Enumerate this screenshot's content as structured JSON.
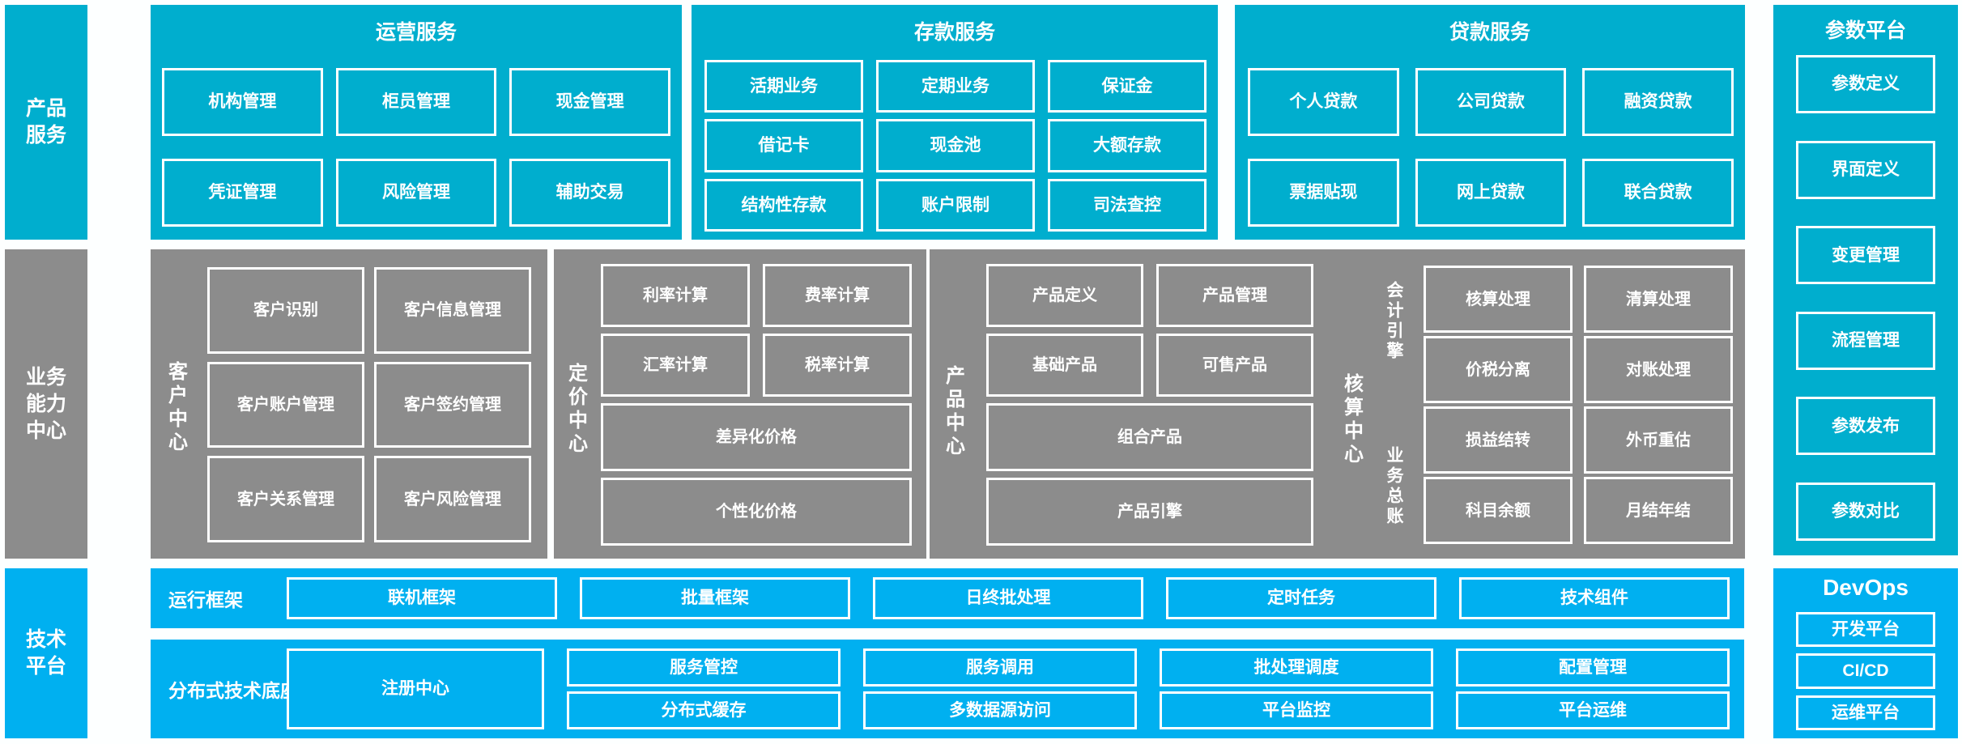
{
  "colors": {
    "product_layer": "#00aece",
    "capability_layer": "#8c8c8c",
    "technology_layer": "#00b0f0",
    "tile_border": "#ffffff",
    "background": "#fdffff"
  },
  "layers": [
    {
      "id": "product-services",
      "spine_label": "产品\n服务",
      "groups": [
        {
          "id": "operations-services",
          "title": "运营服务",
          "tiles": [
            "机构管理",
            "柜员管理",
            "现金管理",
            "凭证管理",
            "风险管理",
            "辅助交易"
          ]
        },
        {
          "id": "deposit-services",
          "title": "存款服务",
          "tiles": [
            "活期业务",
            "定期业务",
            "保证金",
            "借记卡",
            "现金池",
            "大额存款",
            "结构性存款",
            "账户限制",
            "司法查控"
          ]
        },
        {
          "id": "loan-services",
          "title": "贷款服务",
          "tiles": [
            "个人贷款",
            "公司贷款",
            "融资贷款",
            "票据贴现",
            "网上贷款",
            "联合贷款"
          ]
        }
      ]
    },
    {
      "id": "business-capability-centers",
      "spine_label": "业务\n能力\n中心",
      "groups": [
        {
          "id": "customer-center",
          "vertical_label": "客户中心",
          "tiles": [
            "客户识别",
            "客户信息管理",
            "客户账户管理",
            "客户签约管理",
            "客户关系管理",
            "客户风险管理"
          ]
        },
        {
          "id": "pricing-center",
          "vertical_label": "定价中心",
          "row1": [
            "利率计算",
            "费率计算"
          ],
          "row2": [
            "汇率计算",
            "税率计算"
          ],
          "wide1": "差异化价格",
          "wide2": "个性化价格"
        },
        {
          "id": "product-center",
          "vertical_label": "产品中心",
          "row1": [
            "产品定义",
            "产品管理"
          ],
          "row2": [
            "基础产品",
            "可售产品"
          ],
          "wide1": "组合产品",
          "wide2": "产品引擎"
        },
        {
          "id": "accounting-center",
          "vertical_label": "核算中心",
          "sub_label_1": "会计引擎",
          "sub_label_2": "业务总账",
          "tiles": [
            "核算处理",
            "清算处理",
            "价税分离",
            "对账处理",
            "损益结转",
            "外币重估",
            "科目余额",
            "月结年结"
          ]
        }
      ]
    },
    {
      "id": "technology-platform",
      "spine_label": "技术\n平台",
      "runtime_framework": {
        "label": "运行框架",
        "tiles": [
          "联机框架",
          "批量框架",
          "日终批处理",
          "定时任务",
          "技术组件"
        ]
      },
      "distributed_base": {
        "label": "分布式技术底座",
        "registry": "注册中心",
        "columns": [
          [
            "服务管控",
            "分布式缓存"
          ],
          [
            "服务调用",
            "多数据源访问"
          ],
          [
            "批处理调度",
            "平台监控"
          ],
          [
            "配置管理",
            "平台运维"
          ]
        ]
      }
    }
  ],
  "right_rail": {
    "parameter_platform": {
      "title": "参数平台",
      "tiles": [
        "参数定义",
        "界面定义",
        "变更管理",
        "流程管理",
        "参数发布",
        "参数对比"
      ]
    },
    "devops": {
      "title": "DevOps",
      "tiles": [
        "开发平台",
        "CI/CD",
        "运维平台"
      ]
    }
  }
}
